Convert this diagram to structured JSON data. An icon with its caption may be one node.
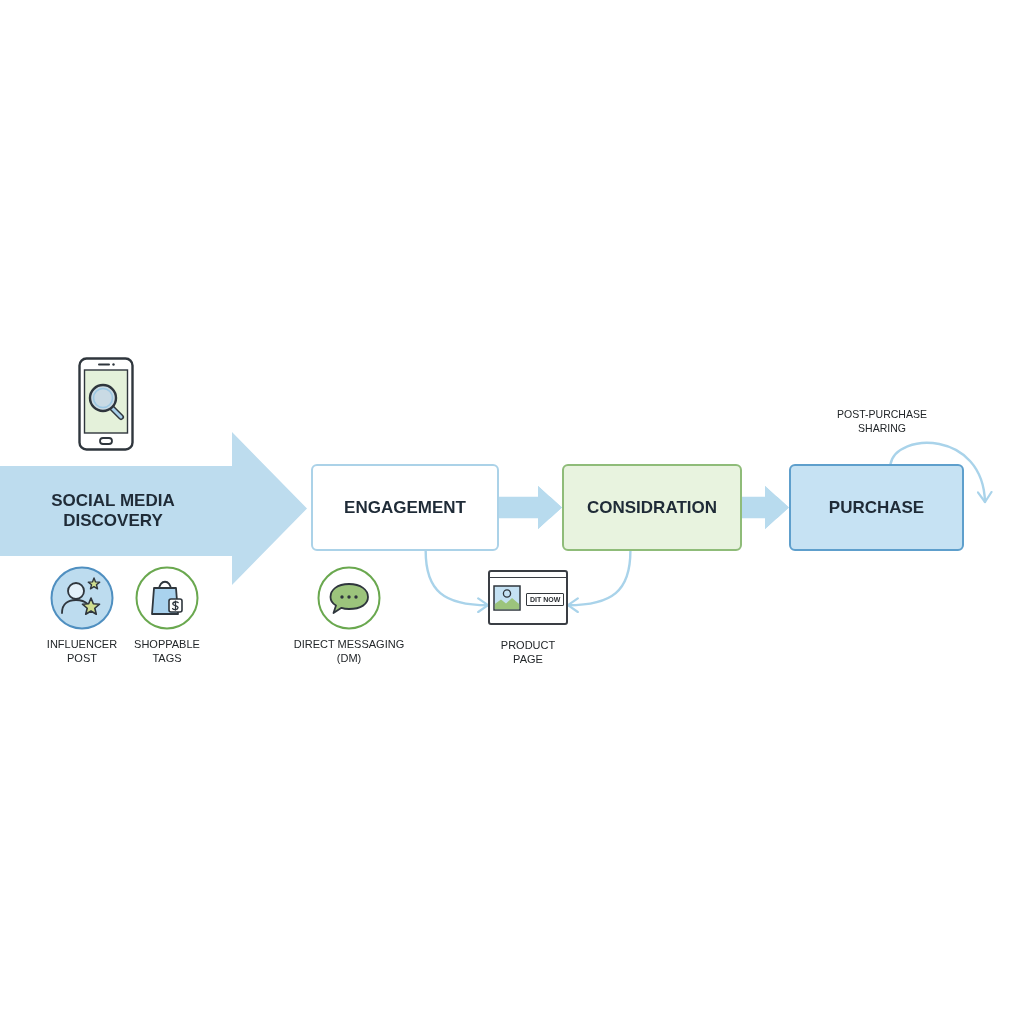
{
  "diagram": {
    "nodes": [
      {
        "text": [
          "SOCIAL MEDIA DISCOVERY"
        ]
      },
      {
        "text": [
          "ENGAGEMENT"
        ]
      },
      {
        "text": [
          "CONSIDRATION"
        ]
      },
      {
        "text": [
          "PURCHASE"
        ]
      },
      {
        "text": [
          "DIT NOW",
          "PRODUCT PAGE"
        ]
      }
    ],
    "edges": [
      {
        "from": 1,
        "to": 2,
        "arrow": "to",
        "style": "thick"
      },
      {
        "from": 2,
        "to": 3,
        "arrow": "to",
        "style": "thick"
      },
      {
        "from": 1,
        "to": 4,
        "arrow": "to"
      },
      {
        "from": 2,
        "to": 4,
        "arrow": "to"
      },
      {
        "from": 3,
        "to": null,
        "arrow": "to",
        "label": "POST-PURCHASE SHARING"
      }
    ],
    "labels": [
      "INFLUENCER POST",
      "SHOPPABLE TAGS",
      "DIRECT MESSAGING (DM)"
    ]
  }
}
